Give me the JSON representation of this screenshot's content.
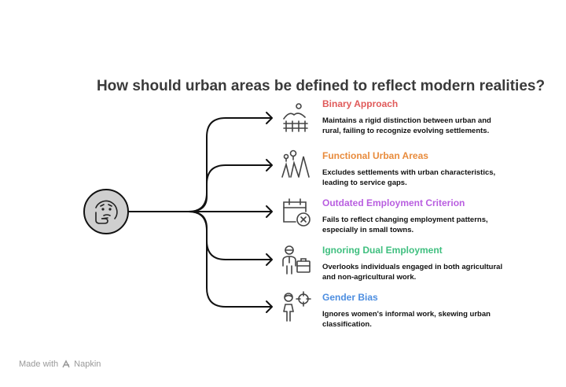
{
  "title": "How should urban areas be defined to reflect modern realities?",
  "items": [
    {
      "heading": "Binary Approach",
      "color": "#e05a5a",
      "description": "Maintains a rigid distinction between urban and rural, failing to recognize evolving settlements.",
      "icon": "landscape-fence-icon"
    },
    {
      "heading": "Functional Urban Areas",
      "color": "#e88b3c",
      "description": "Excludes settlements with urban characteristics, leading to service gaps.",
      "icon": "map-pins-trees-icon"
    },
    {
      "heading": "Outdated Employment Criterion",
      "color": "#b95ee0",
      "description": "Fails to reflect changing employment patterns, especially in small towns.",
      "icon": "calendar-cancel-icon"
    },
    {
      "heading": "Ignoring Dual Employment",
      "color": "#3fbf7f",
      "description": "Overlooks individuals engaged in both agricultural and non-agricultural work.",
      "icon": "worker-briefcase-icon"
    },
    {
      "heading": "Gender Bias",
      "color": "#4d8ee0",
      "description": "Ignores women's informal work, skewing urban classification.",
      "icon": "woman-target-icon"
    }
  ],
  "footer": {
    "made_with": "Made with",
    "brand": "Napkin"
  }
}
